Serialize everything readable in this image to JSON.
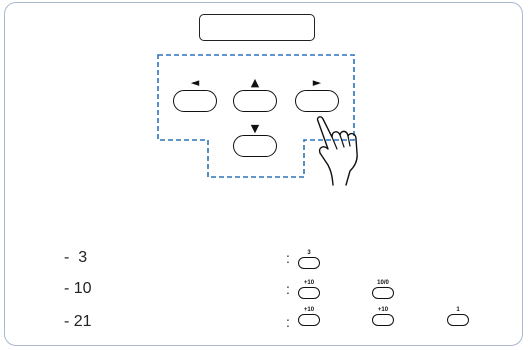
{
  "pad": {
    "left_arrow": "◄",
    "up_arrow": "▲",
    "right_arrow": "►",
    "down_arrow": "▼"
  },
  "rows": [
    {
      "label": "-  3",
      "colon": ":",
      "buttons": [
        "3"
      ]
    },
    {
      "label": "- 10",
      "colon": ":",
      "buttons": [
        "+10",
        "10/0"
      ]
    },
    {
      "label": "- 21",
      "colon": ":",
      "buttons": [
        "+10",
        "+10",
        "1"
      ]
    }
  ],
  "icons": [
    "pointing-hand-icon"
  ]
}
